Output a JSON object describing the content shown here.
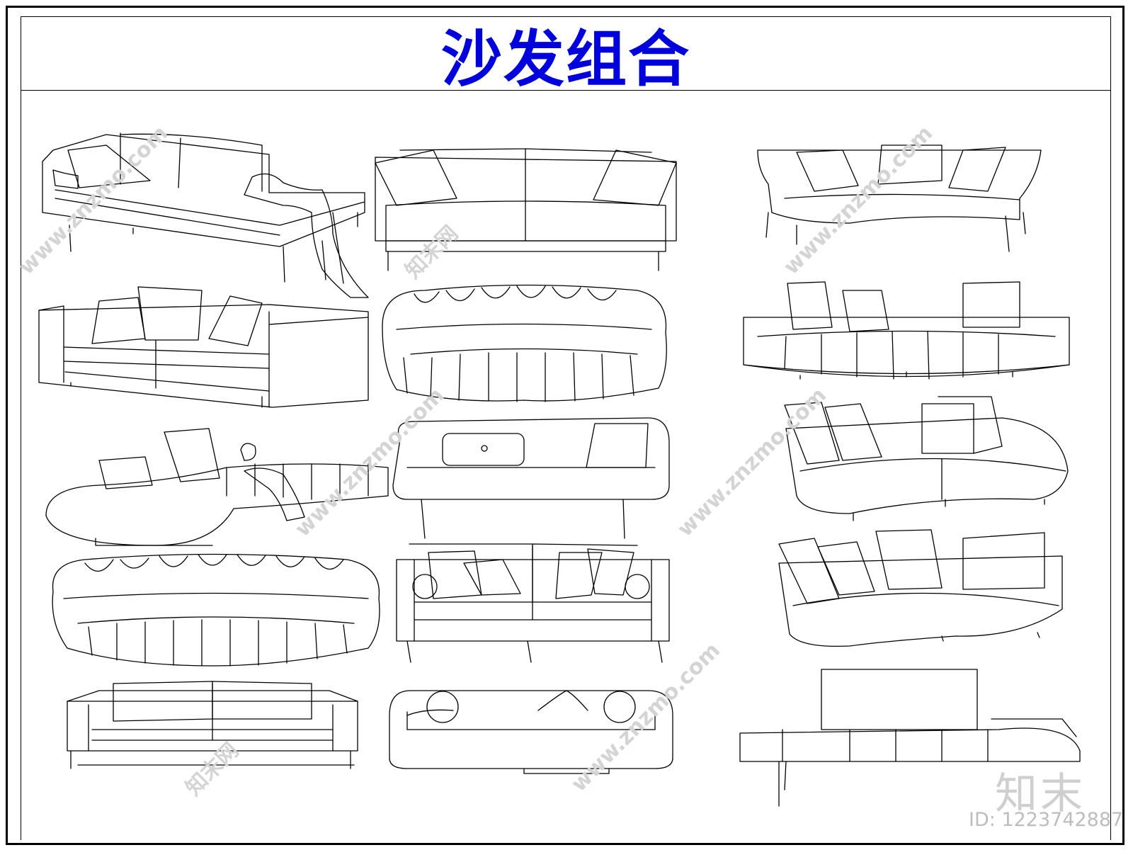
{
  "title": "沙发组合",
  "colors": {
    "title": "#0000dd",
    "line": "#000000",
    "watermark": "#d4d4d4"
  },
  "watermark": {
    "url": "www.znzmo.com",
    "brand": "知末网"
  },
  "logo": "知末",
  "id_label": "ID: 1223742887"
}
